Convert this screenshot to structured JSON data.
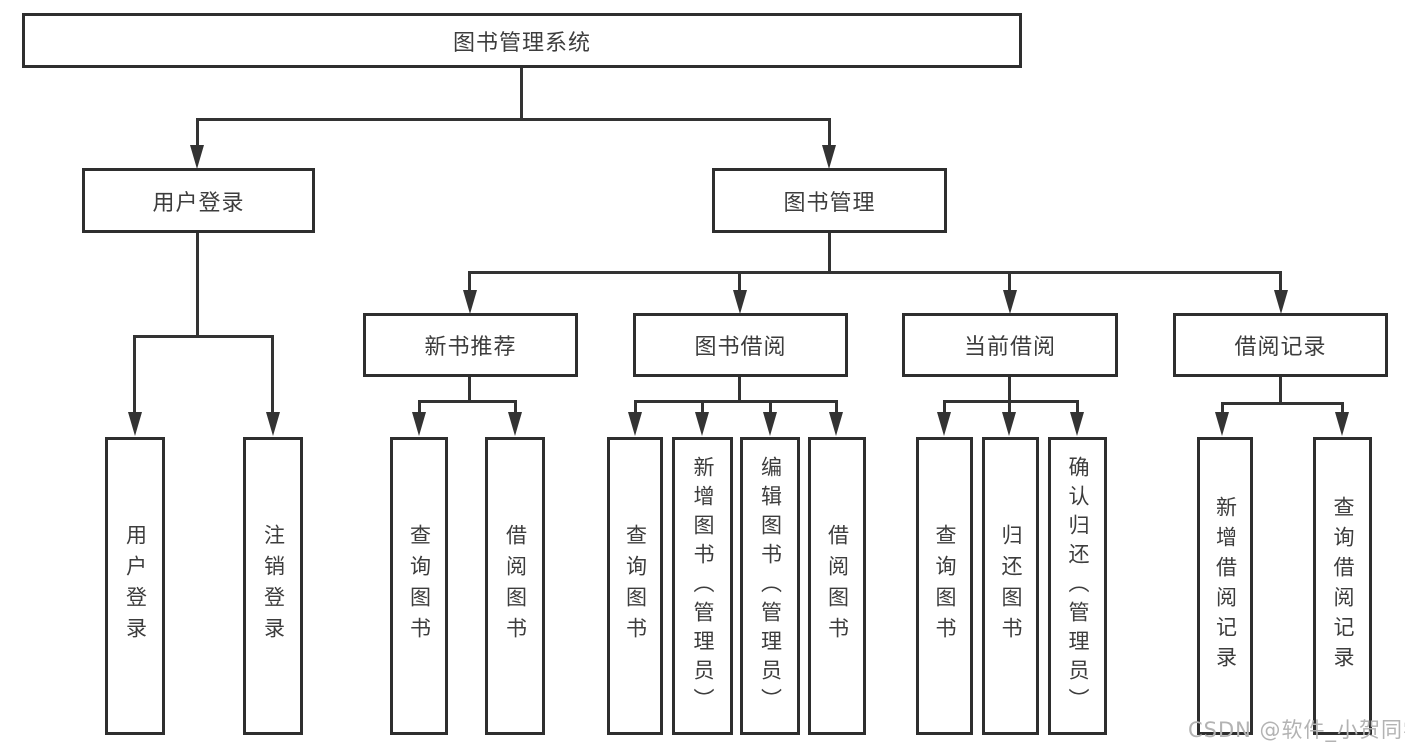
{
  "diagram": {
    "root": {
      "label": "图书管理系统"
    },
    "branches": [
      {
        "label": "用户登录",
        "children": [
          {
            "label": "用户登录"
          },
          {
            "label": "注销登录"
          }
        ]
      },
      {
        "label": "图书管理",
        "groups": [
          {
            "label": "新书推荐",
            "children": [
              {
                "label": "查询图书"
              },
              {
                "label": "借阅图书"
              }
            ]
          },
          {
            "label": "图书借阅",
            "children": [
              {
                "label": "查询图书"
              },
              {
                "label": "新增图书（管理员）"
              },
              {
                "label": "编辑图书（管理员）"
              },
              {
                "label": "借阅图书"
              }
            ]
          },
          {
            "label": "当前借阅",
            "children": [
              {
                "label": "查询图书"
              },
              {
                "label": "归还图书"
              },
              {
                "label": "确认归还（管理员）"
              }
            ]
          },
          {
            "label": "借阅记录",
            "children": [
              {
                "label": "新增借阅记录"
              },
              {
                "label": "查询借阅记录"
              }
            ]
          }
        ]
      }
    ]
  },
  "watermark": {
    "text": "CSDN @软件_小贺同学"
  },
  "colors": {
    "line": "#333333",
    "box_border": "#2e2e2e",
    "text": "#3d3d3d",
    "watermark": "#b3b3b3",
    "background": "#ffffff"
  }
}
